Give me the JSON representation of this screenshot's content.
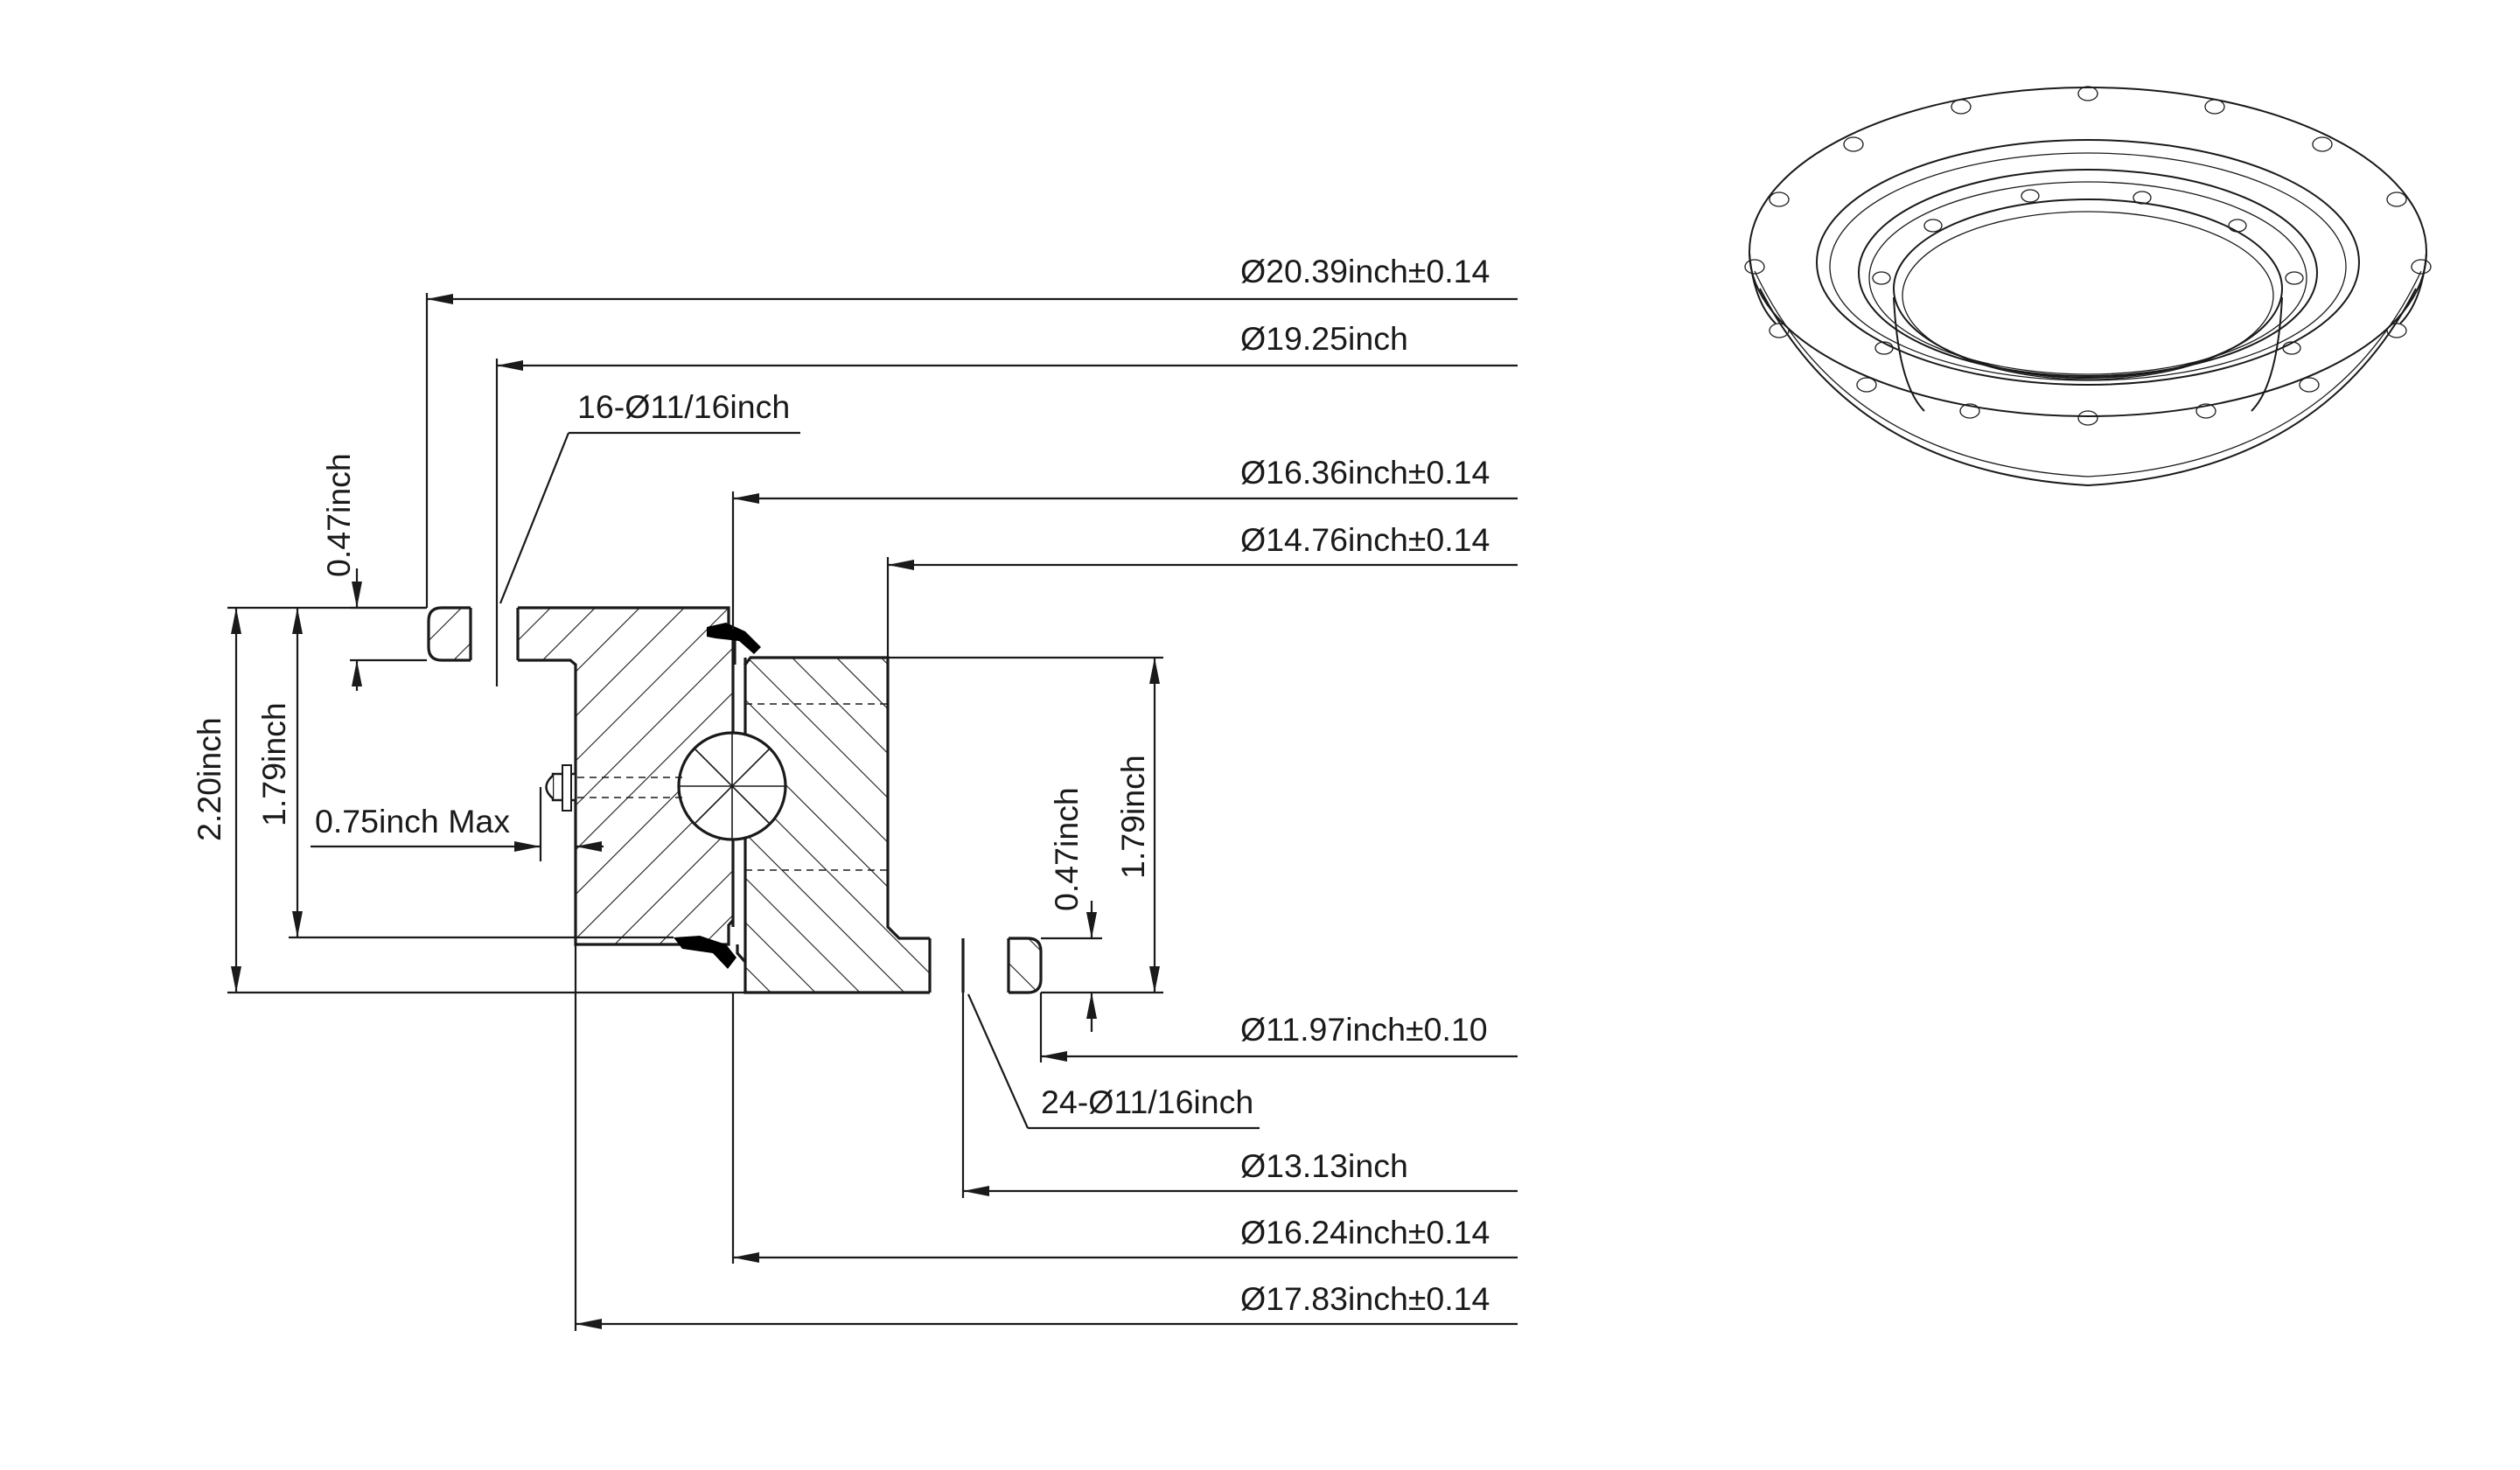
{
  "labels": {
    "d_20_39": "Ø20.39inch±0.14",
    "d_19_25": "Ø19.25inch",
    "holes_16": "16-Ø11/16inch",
    "d_16_36": "Ø16.36inch±0.14",
    "d_14_76": "Ø14.76inch±0.14",
    "h_0_47_left": "0.47inch",
    "h_2_20": "2.20inch",
    "h_1_79_left": "1.79inch",
    "max_0_75": "0.75inch Max",
    "h_0_47_right": "0.47inch",
    "h_1_79_right": "1.79inch",
    "d_11_97": "Ø11.97inch±0.10",
    "holes_24": "24-Ø11/16inch",
    "d_13_13": "Ø13.13inch",
    "d_16_24": "Ø16.24inch±0.14",
    "d_17_83": "Ø17.83inch±0.14"
  },
  "colors": {
    "ink": "#1a1a1a",
    "background": "#ffffff"
  }
}
